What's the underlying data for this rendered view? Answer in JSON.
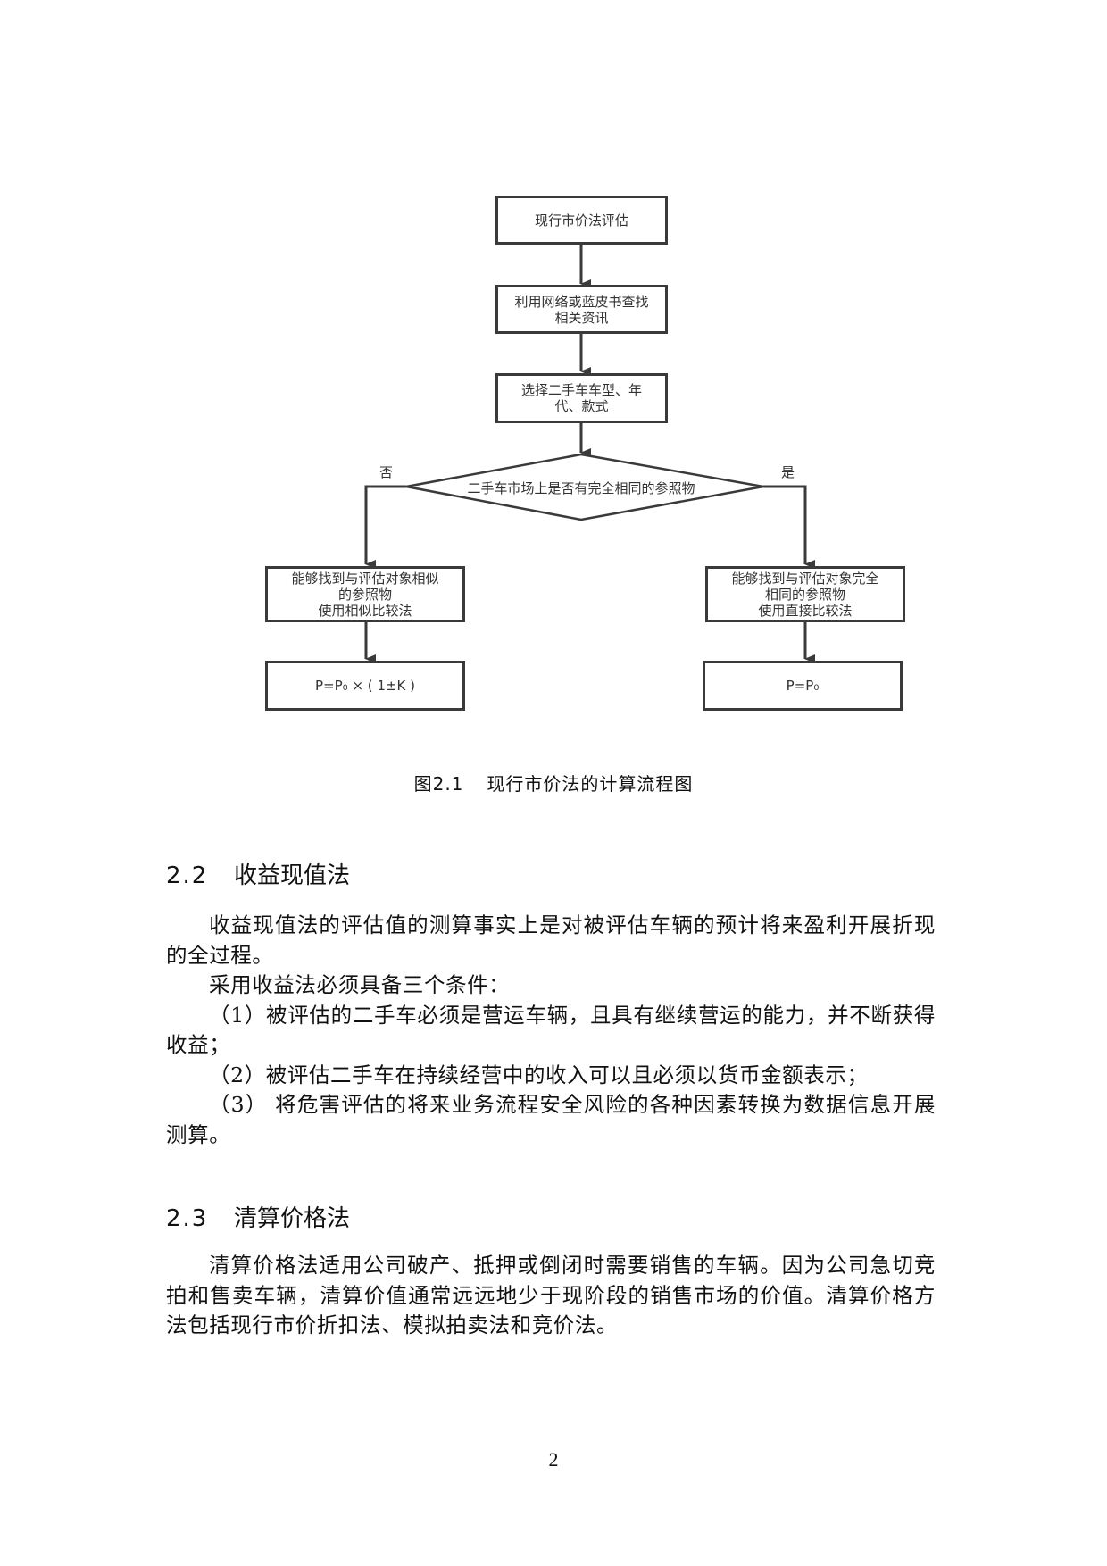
{
  "flowchart": {
    "start": "现行市价法评估",
    "step1": "利用网络或蓝皮书查找\n相关资讯",
    "step2": "选择二手车车型、年\n代、款式",
    "decision": "二手车市场上是否有完全相同的参照物",
    "label_no": "否",
    "label_yes": "是",
    "left_branch": "能够找到与评估对象相似\n的参照物\n使用相似比较法",
    "right_branch": "能够找到与评估对象完全\n相同的参照物\n使用直接比较法",
    "left_result": "P=P₀ × ( 1±K )",
    "right_result": "P=P₀",
    "colors": {
      "stroke": "#3a3a3a",
      "text": "#333333"
    }
  },
  "caption": {
    "number": "图2.1",
    "title": "现行市价法的计算流程图"
  },
  "section_2_2": {
    "number": "2.2",
    "title": "收益现值法",
    "paragraphs": [
      "收益现值法的评估值的测算事实上是对被评估车辆的预计将来盈利开展折现的全过程。",
      "采用收益法必须具备三个条件：",
      "（1）被评估的二手车必须是营运车辆，且具有继续营运的能力，并不断获得收益；",
      "（2）被评估二手车在持续经营中的收入可以且必须以货币金额表示；",
      "（3） 将危害评估的将来业务流程安全风险的各种因素转换为数据信息开展测算。"
    ]
  },
  "section_2_3": {
    "number": "2.3",
    "title": "清算价格法",
    "paragraphs": [
      "清算价格法适用公司破产、抵押或倒闭时需要销售的车辆。因为公司急切竞拍和售卖车辆，清算价值通常远远地少于现阶段的销售市场的价值。清算价格方法包括现行市价折扣法、模拟拍卖法和竞价法。"
    ]
  },
  "page_number": "2"
}
